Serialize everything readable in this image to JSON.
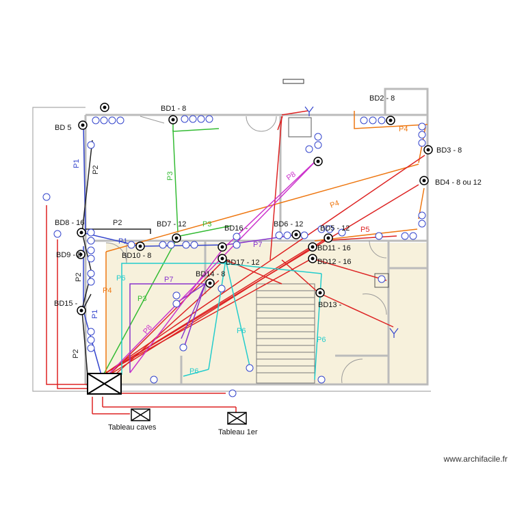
{
  "labels": {
    "bd5": "BD 5",
    "bd1": "BD1 - 8",
    "bd2": "BD2 - 8",
    "bd3": "BD3 - 8",
    "bd4": "BD4 - 8 ou 12",
    "bd8": "BD8 - 16",
    "bd7": "BD7 - 12",
    "bd16": "BD16 -",
    "bd6": "BD6 - 12",
    "bd5b": "BD5 - 12",
    "bd9": "BD9 - 8",
    "bd10": "BD10 - 8",
    "bd11": "BD11 - 16",
    "bd12": "BD12 - 16",
    "bd17": "BD17 - 12",
    "bd14": "BD14 - 8",
    "bd15": "BD15 -",
    "bd13": "BD13 -"
  },
  "circuits": {
    "p1": "P1",
    "p2": "P2",
    "p3": "P3",
    "p4": "P4",
    "p5": "P5",
    "p6": "P6",
    "p7": "P7",
    "p8": "P8"
  },
  "panels": {
    "caves": "Tableau caves",
    "premier": "Tableau 1er"
  },
  "watermark": "www.archifacile.fr",
  "colors": {
    "p1": "#3344cc",
    "p2": "#222222",
    "p3": "#33bb33",
    "p4": "#ee7711",
    "p5": "#dd2222",
    "p6": "#22cccc",
    "p7": "#8833cc",
    "p8": "#cc33cc",
    "floor": "#f7f1dc",
    "wall": "#bbbbbb"
  }
}
